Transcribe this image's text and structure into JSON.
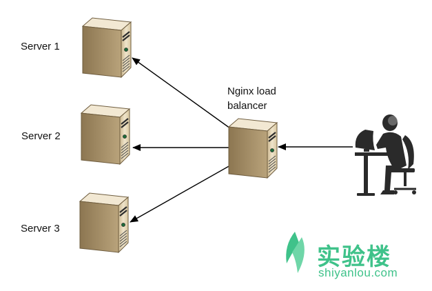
{
  "diagram": {
    "servers": [
      {
        "label": "Server 1"
      },
      {
        "label": "Server 2"
      },
      {
        "label": "Server 3"
      }
    ],
    "load_balancer": {
      "label_line1": "Nginx load",
      "label_line2": "balancer"
    },
    "client": {
      "icon": "user-at-computer-icon"
    },
    "colors": {
      "server_face": "#e6d7b6",
      "server_side": "#a8926a",
      "server_top": "#f3e9d2",
      "arrow": "#000000",
      "user": "#2a2a2a",
      "watermark": "#3fc28a"
    }
  },
  "watermark": {
    "brand_cn": "实验楼",
    "brand_url": "shiyanlou.com"
  }
}
